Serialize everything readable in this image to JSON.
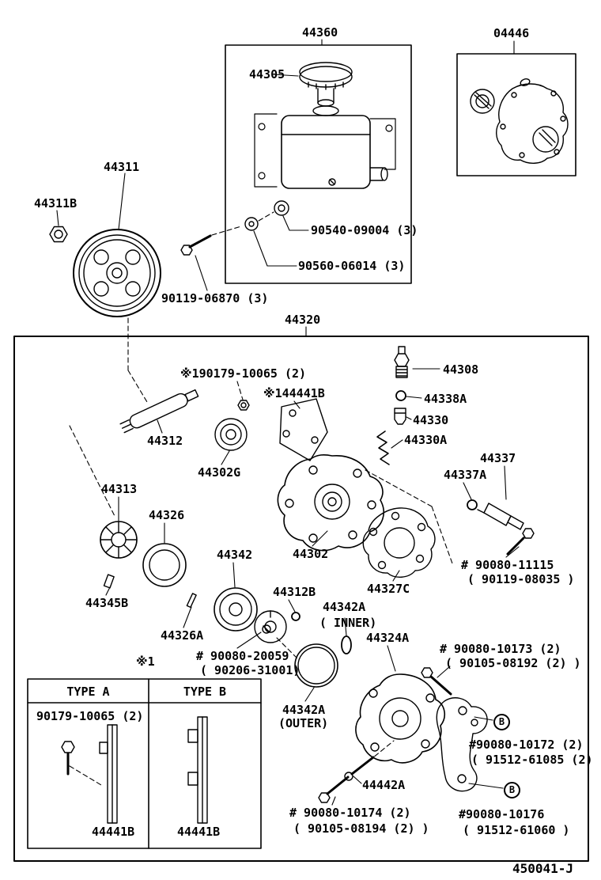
{
  "footer": {
    "drawing_number": "450041-J"
  },
  "labels": {
    "k44360": "44360",
    "k04446": "04446",
    "k44305": "44305",
    "k44311": "44311",
    "k44311b": "44311B",
    "k90540": "90540-09004 (3)",
    "k90560": "90560-06014 (3)",
    "k90119": "90119-06870 (3)",
    "k44320": "44320",
    "k190179": "※190179-10065 (2)",
    "k144441b": "※144441B",
    "k44308": "44308",
    "k44338a": "44338A",
    "k44330": "44330",
    "k44330a": "44330A",
    "k44312": "44312",
    "k44302g": "44302G",
    "k44337": "44337",
    "k44337a": "44337A",
    "k44313": "44313",
    "k44326": "44326",
    "k44342": "44342",
    "k44302": "44302",
    "k44327c": "44327C",
    "k90080_11115": "# 90080-11115",
    "k90119_08035": "( 90119-08035 )",
    "k44345b": "44345B",
    "k44312b": "44312B",
    "k44342a_inner": "44342A",
    "k_inner": "( INNER)",
    "k44326a": "44326A",
    "k44324a": "44324A",
    "k90080_20059": "# 90080-20059",
    "k90206_31001": "( 90206-31001)",
    "k90080_10173": "# 90080-10173 (2)",
    "k90105_08192": "( 90105-08192 (2) )",
    "k_note1": "※1",
    "k44342a_outer": "44342A",
    "k_outer": "(OUTER)",
    "k90080_10172": "#90080-10172 (2)",
    "k91512_61085": "( 91512-61085 (2) )",
    "k44442a": "44442A",
    "k90080_10174": "# 90080-10174 (2)",
    "k90105_08194": "( 90105-08194 (2) )",
    "k90080_10176": "#90080-10176",
    "k91512_61060": "( 91512-61060 )",
    "callout_b": "B"
  },
  "table": {
    "header_a": "TYPE A",
    "header_b": "TYPE B",
    "bolt_part": "90179-10065 (2)",
    "bracket_a": "44441B",
    "bracket_b": "44441B"
  }
}
